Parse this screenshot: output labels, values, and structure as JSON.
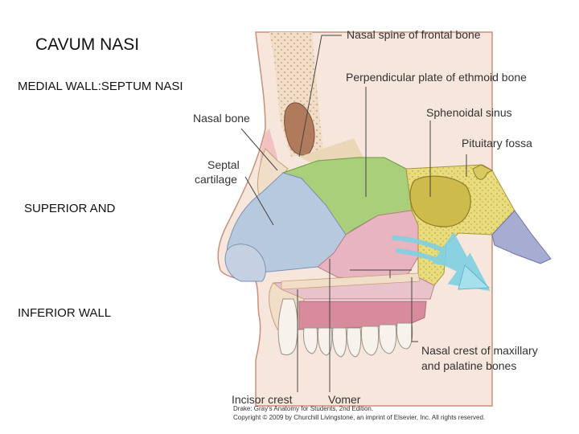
{
  "slide": {
    "title": "CAVUM NASI",
    "line_medial": "MEDIAL WALL:SEPTUM NASI",
    "line_superior": "SUPERIOR AND",
    "line_inferior": "INFERIOR WALL"
  },
  "labels": {
    "nasal_spine": "Nasal spine of frontal bone",
    "perpendicular_plate": "Perpendicular plate of ethmoid bone",
    "nasal_bone": "Nasal bone",
    "sphenoidal_sinus": "Sphenoidal sinus",
    "pituitary_fossa": "Pituitary fossa",
    "septal_line1": "Septal",
    "septal_line2": "cartilage",
    "nasal_crest_line1": "Nasal crest of maxillary",
    "nasal_crest_line2": "and palatine bones",
    "incisor_crest": "Incisor crest",
    "vomer": "Vomer"
  },
  "credit": {
    "line1": "Drake: Gray's Anatomy for Students, 2nd Edition.",
    "line2": "Copyright © 2009 by Churchill Livingstone, an imprint of Elsevier, Inc. All rights reserved."
  },
  "colors": {
    "septal_cartilage": "#b7c9df",
    "ethmoid_plate": "#a9cf7a",
    "vomer": "#e8b4bf",
    "sphenoid": "#e9dc7c",
    "bone_cream": "#f1dec9",
    "frontal_pink": "#f2c2c2",
    "palate": "#e9c3cc",
    "airflow": "#7fd0e2"
  }
}
